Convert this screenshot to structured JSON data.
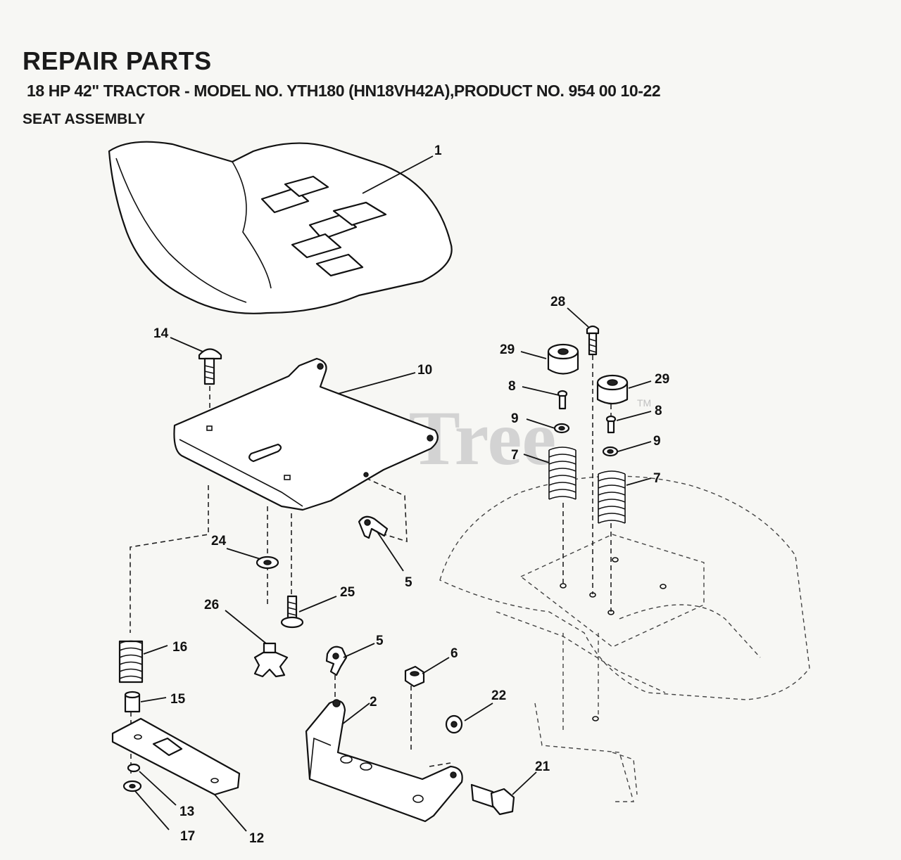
{
  "header": {
    "title": "REPAIR PARTS",
    "subtitle": "18 HP 42\" TRACTOR - MODEL NO. YTH180 (HN18VH42A),PRODUCT NO. 954 00 10-22",
    "section": "SEAT ASSEMBLY"
  },
  "watermark": {
    "text": "PartsTree",
    "tm": "TM"
  },
  "callouts": {
    "p1": "1",
    "p2": "2",
    "p5a": "5",
    "p5b": "5",
    "p6": "6",
    "p7a": "7",
    "p7b": "7",
    "p8a": "8",
    "p8b": "8",
    "p9a": "9",
    "p9b": "9",
    "p10": "10",
    "p12": "12",
    "p13": "13",
    "p14": "14",
    "p15": "15",
    "p16": "16",
    "p17": "17",
    "p21": "21",
    "p22": "22",
    "p24": "24",
    "p25": "25",
    "p26": "26",
    "p28": "28",
    "p29a": "29",
    "p29b": "29"
  }
}
